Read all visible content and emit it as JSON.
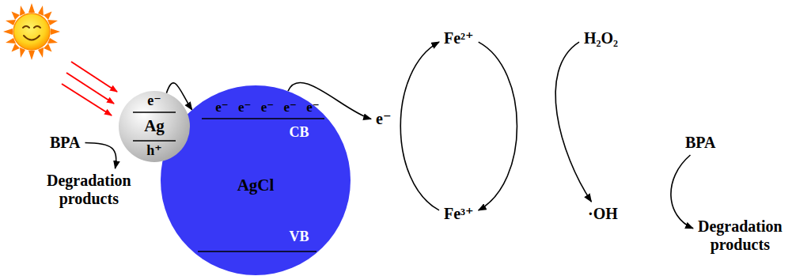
{
  "diagram": {
    "nodes": [
      {
        "text": [
          "e⁻",
          "Ag",
          "h⁺"
        ]
      },
      {
        "text": [
          "e⁻ e⁻ e⁻ e⁻ e⁻",
          "CB",
          "AgCl",
          "VB"
        ]
      },
      {
        "text": [
          "BPA"
        ]
      },
      {
        "text": [
          "Degradation products"
        ]
      },
      {
        "text": [
          "e⁻"
        ]
      },
      {
        "text": [
          "Fe²⁺"
        ]
      },
      {
        "text": [
          "Fe³⁺"
        ]
      },
      {
        "text": [
          "H₂O₂"
        ]
      },
      {
        "text": [
          "·OH"
        ]
      },
      {
        "text": [
          "BPA"
        ]
      },
      {
        "text": [
          "Degradation products"
        ]
      }
    ],
    "edges": [
      {
        "from": 0,
        "to": 1,
        "arrow": "to"
      },
      {
        "from": 1,
        "to": 4,
        "arrow": "to"
      },
      {
        "from": 2,
        "to": 3,
        "arrow": "to"
      },
      {
        "from": 6,
        "to": 5,
        "arrow": "to"
      },
      {
        "from": 5,
        "to": 6,
        "arrow": "to"
      },
      {
        "from": 7,
        "to": 8,
        "arrow": "to"
      },
      {
        "from": 9,
        "to": 10,
        "arrow": "to"
      }
    ]
  }
}
